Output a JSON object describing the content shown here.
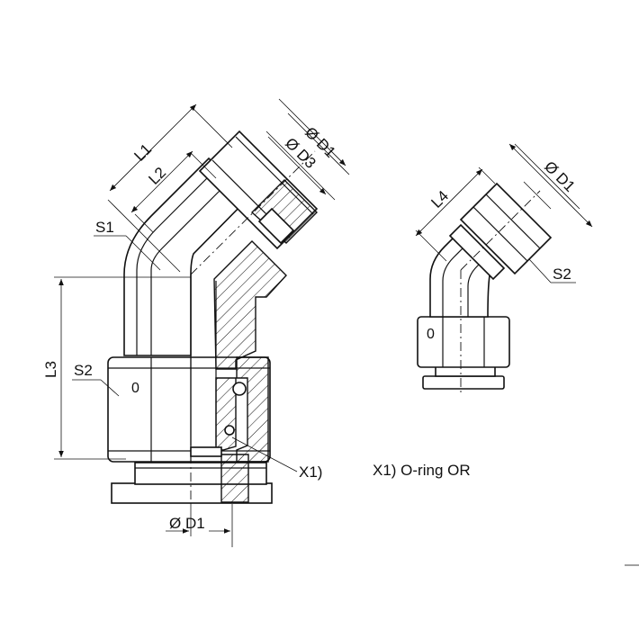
{
  "labels": {
    "L1": "L1",
    "L2": "L2",
    "L3": "L3",
    "L4": "L4",
    "S1": "S1",
    "S2_left": "S2",
    "S2_right": "S2",
    "D1_top": "Ø D1",
    "D3_top": "Ø D3",
    "D1_bottom": "Ø D1",
    "D1_right": "Ø D1",
    "X1": "X1)",
    "zero_left": "0",
    "zero_right": "0"
  },
  "legend": {
    "note": "X1) O-ring OR"
  }
}
